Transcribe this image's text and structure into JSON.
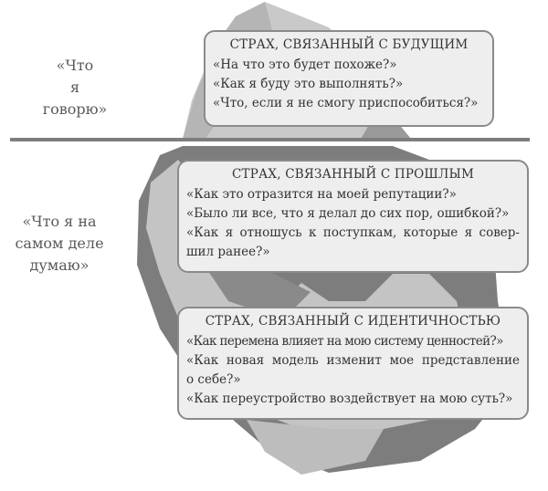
{
  "labels": {
    "above": [
      "«Что",
      "я говорю»"
    ],
    "below": [
      "«Что я на",
      "самом деле",
      "думаю»"
    ]
  },
  "boxes": [
    {
      "title": "СТРАХ, СВЯЗАННЫЙ С БУДУЩИМ",
      "lines": [
        "«На что это будет похоже?»",
        "«Как я буду это выполнять?»",
        "«Что, если я не смогу приспособиться?»"
      ]
    },
    {
      "title": "СТРАХ, СВЯЗАННЫЙ С ПРОШЛЫМ",
      "lines": [
        "«Как это отразится на моей репутации?»",
        "«Было ли все, что я делал до сих пор, ошибкой?»",
        "«Как я отношусь к поступкам, которые я совер-",
        "шил ранее?»"
      ]
    },
    {
      "title": "СТРАХ, СВЯЗАННЫЙ С ИДЕНТИЧНОСТЬЮ",
      "lines": [
        "«Как перемена влияет на мою систему ценностей?»",
        "«Как новая модель изменит мое представление",
        "о себе?»",
        "«Как переустройство воздействует на мою суть?»"
      ]
    }
  ],
  "colors": {
    "iceberg_light": "#c4c4c4",
    "iceberg_mid": "#a8a8a8",
    "iceberg_dark": "#7a7a7a",
    "waterline": "#7d7d7d",
    "box_fill": "#eeeeee",
    "box_border": "#8a8a8a"
  }
}
